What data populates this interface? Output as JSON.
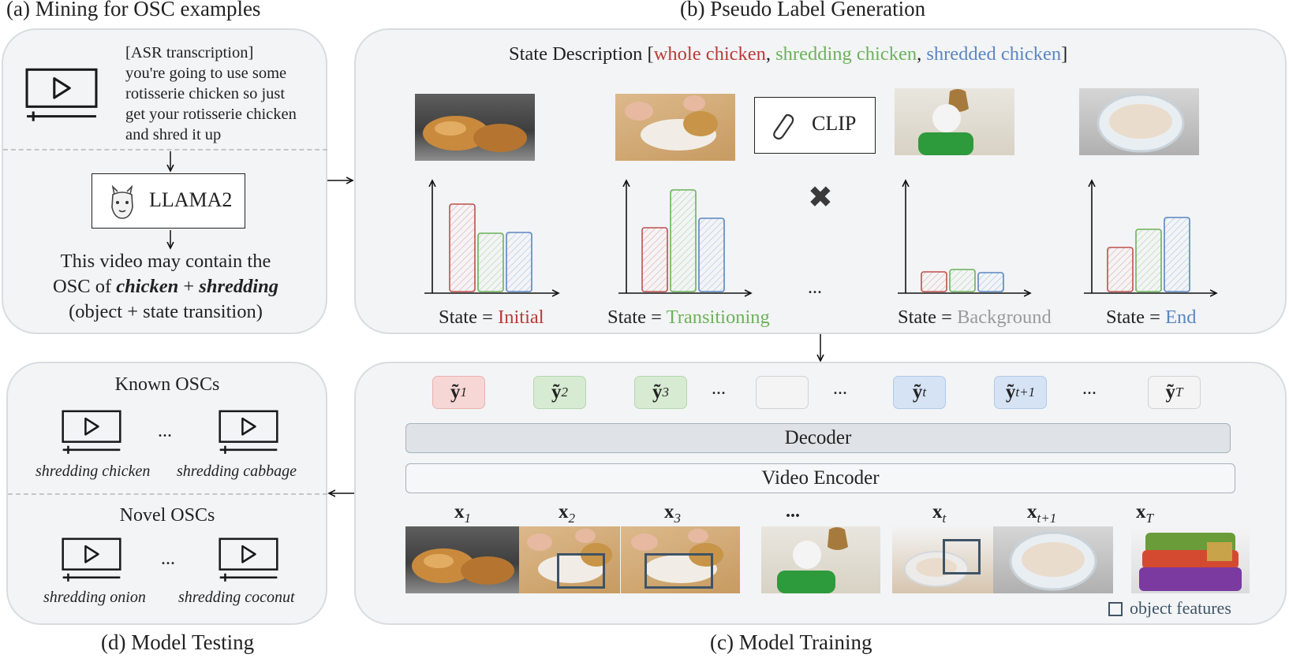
{
  "panels": {
    "a_title": "(a) Mining for OSC examples",
    "b_title": "(b) Pseudo Label Generation",
    "c_title": "(c) Model Training",
    "d_title": "(d) Model Testing"
  },
  "mining": {
    "asr_lines": [
      "[ASR transcription]",
      "you're going to use some",
      "rotisserie chicken so just",
      "get your rotisserie chicken",
      "and shred it up"
    ],
    "llm_label": "LLAMA2",
    "conclusion_line1": "This video may contain the",
    "conclusion_prefix": "OSC of ",
    "conclusion_object": "chicken",
    "conclusion_plus": " + ",
    "conclusion_state": "shredding",
    "conclusion_line3": "(object + state transition)"
  },
  "pseudo": {
    "desc_prefix": "State Description [",
    "state_whole": "whole chicken",
    "sep1": ", ",
    "state_shredding": "shredding chicken",
    "sep2": ", ",
    "state_shredded": "shredded chicken",
    "desc_suffix": "]",
    "clip_label": "CLIP",
    "multiply_symbol": "✖",
    "ellipsis": "...",
    "state_prefix": "State = ",
    "state_labels": [
      "Initial",
      "Transitioning",
      "Background",
      "End"
    ]
  },
  "colors": {
    "red": "#b83b36",
    "green": "#6bb259",
    "blue": "#5a86c0",
    "gray": "#9a9a9a"
  },
  "training": {
    "y_labels": [
      {
        "main": "ỹ",
        "sub": "1"
      },
      {
        "main": "ỹ",
        "sub": "2"
      },
      {
        "main": "ỹ",
        "sub": "3"
      },
      {
        "main": "ỹ",
        "sub": "t"
      },
      {
        "main": "ỹ",
        "sub": "t+1"
      },
      {
        "main": "ỹ",
        "sub": "T"
      }
    ],
    "ellipsis": "...",
    "decoder_label": "Decoder",
    "encoder_label": "Video Encoder",
    "x_labels": [
      {
        "main": "x",
        "sub": "1"
      },
      {
        "main": "x",
        "sub": "2"
      },
      {
        "main": "x",
        "sub": "3"
      },
      {
        "main": "x",
        "sub": "t"
      },
      {
        "main": "x",
        "sub": "t+1"
      },
      {
        "main": "x",
        "sub": "T"
      }
    ],
    "legend_label": "object features"
  },
  "testing": {
    "known_title": "Known OSCs",
    "novel_title": "Novel OSCs",
    "ellipsis": "...",
    "known_items": [
      "shredding chicken",
      "shredding cabbage"
    ],
    "novel_items": [
      "shredding onion",
      "shredding coconut"
    ]
  }
}
